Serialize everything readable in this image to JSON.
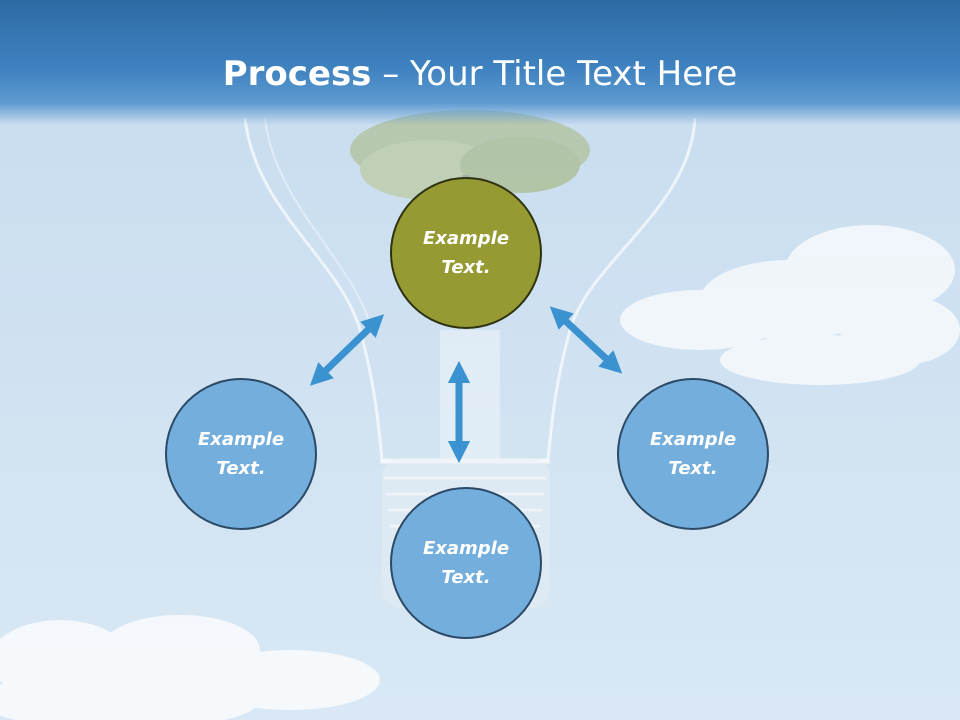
{
  "slide": {
    "title_strong": "Process",
    "title_rest": " – Your Title Text Here"
  },
  "diagram": {
    "center": {
      "text": "Example\nText."
    },
    "left": {
      "text": "Example\nText."
    },
    "bottom": {
      "text": "Example\nText."
    },
    "right": {
      "text": "Example\nText."
    }
  },
  "colors": {
    "banner": "#3f82c0",
    "center_node": "#959a32",
    "outer_node": "#74aedc",
    "arrow": "#3a93d0"
  }
}
